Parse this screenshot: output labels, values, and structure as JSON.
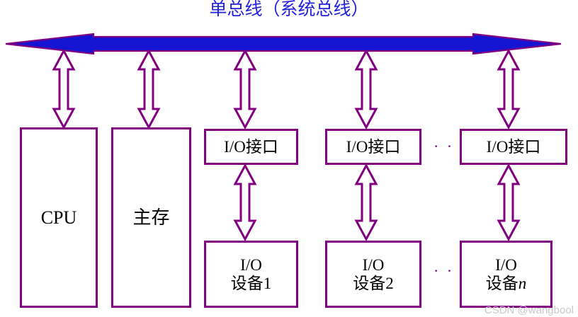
{
  "diagram": {
    "title": "单总线（系统总线）",
    "title_color": "#2222dd",
    "line_color": "#800080",
    "bus_fill_color": "#1414d2",
    "bus": {
      "name": "system-bus",
      "direction": "bidirectional"
    },
    "ellipsis": "· · ·",
    "nodes": {
      "cpu": "CPU",
      "main_memory": "主存",
      "io_interface_1": "I/O接口",
      "io_interface_2": "I/O接口",
      "io_interface_n": "I/O接口",
      "io_device_1_line1": "I/O",
      "io_device_1_line2": "设备1",
      "io_device_2_line1": "I/O",
      "io_device_2_line2": "设备2",
      "io_device_n_line1": "I/O",
      "io_device_n_line2_prefix": "设备",
      "io_device_n_line2_suffix": "n"
    }
  },
  "watermark": "CSDN @wangbool"
}
